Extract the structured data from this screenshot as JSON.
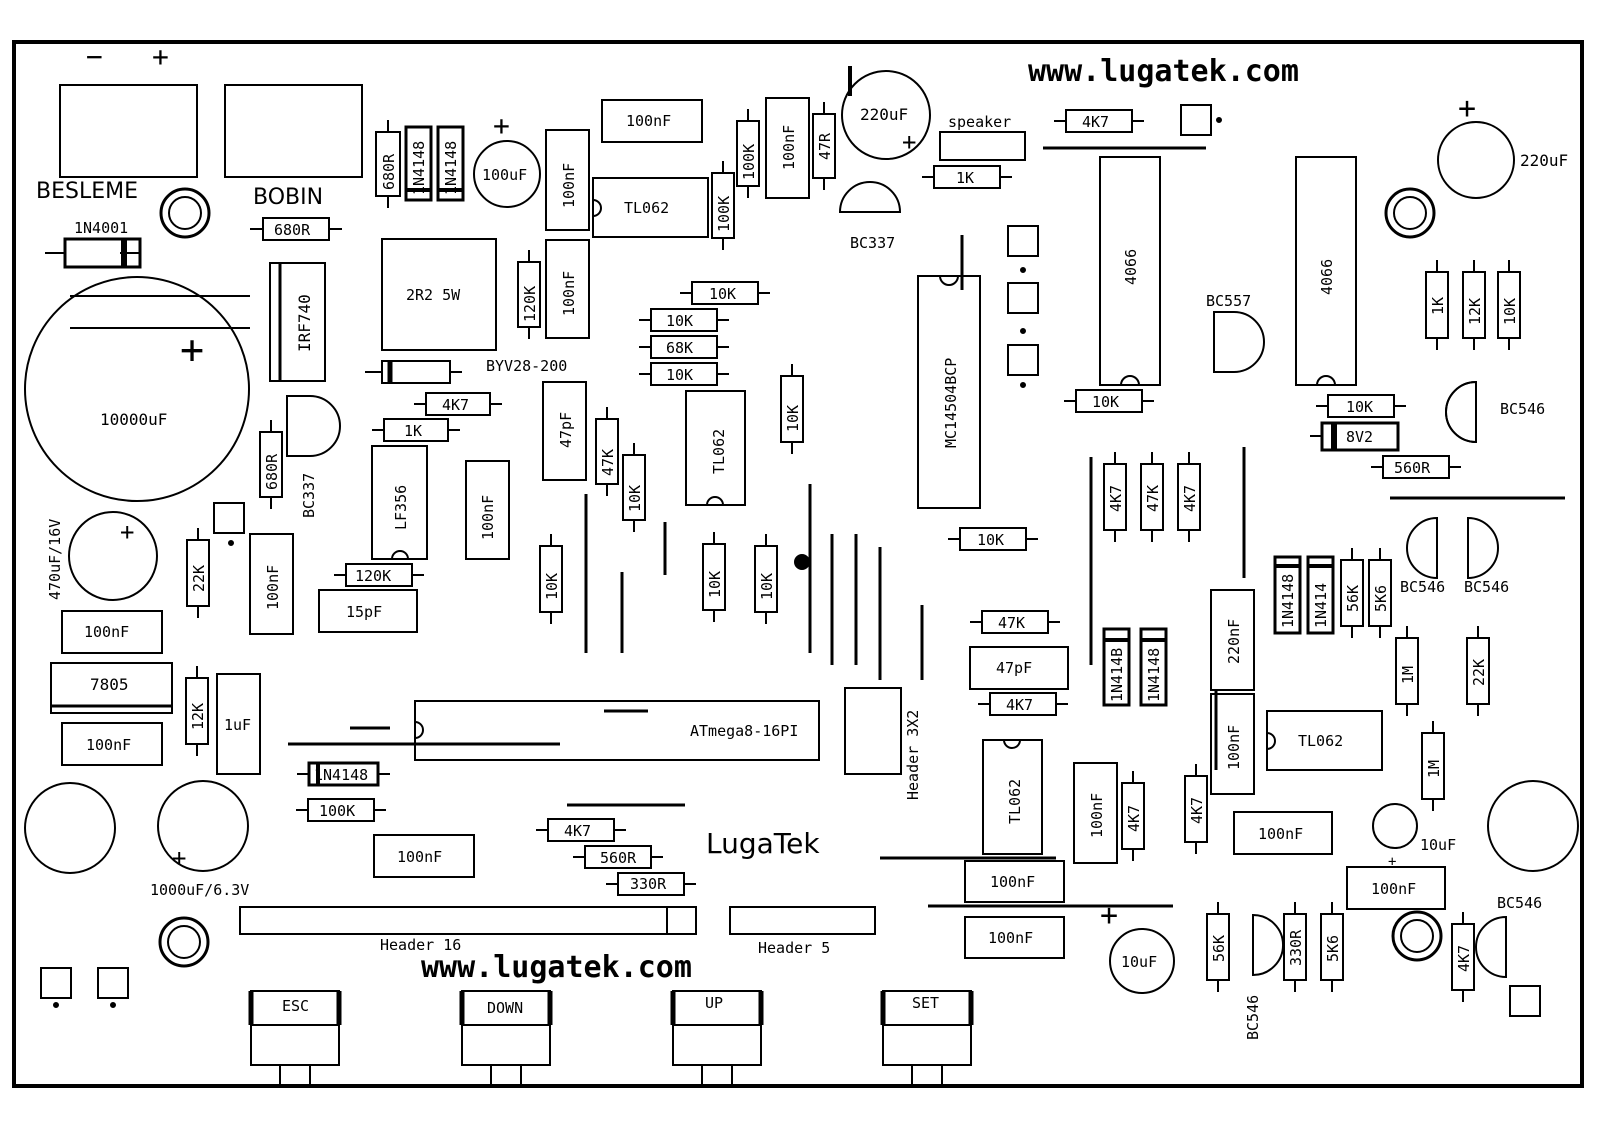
{
  "board": {
    "website_top": "www.lugatek.com",
    "website_bottom": "www.lugatek.com",
    "brand": "LugaTek"
  },
  "connectors": {
    "minus": "−",
    "plus": "+",
    "besleme": "BESLEME",
    "bobin": "BOBIN",
    "header16": "Header 16",
    "header5": "Header 5",
    "header3x2": "Header 3X2",
    "speaker": "speaker"
  },
  "buttons": {
    "esc": "ESC",
    "down": "DOWN",
    "up": "UP",
    "set": "SET"
  },
  "ics": {
    "irf740": "IRF740",
    "r2r2": "2R2 5W",
    "lf356": "LF356",
    "tl062_a": "TL062",
    "tl062_b": "TL062",
    "tl062_c": "TL062",
    "tl062_d": "TL062",
    "mc14504": "MC14504BCP",
    "u4066_a": "4066",
    "u4066_b": "4066",
    "atmega": "ATmega8-16PI",
    "reg7805": "7805"
  },
  "capacitors": {
    "c10000": "10000uF",
    "c470": "470uF/16V",
    "c1000": "1000uF/6.3V",
    "c100u": "100uF",
    "c220_a": "220uF",
    "c220_b": "220uF",
    "c10u_a": "10uF",
    "c10u_b": "10uF",
    "c100n": "100nF",
    "c47p": "47pF",
    "c15p": "15pF",
    "c1u": "1uF",
    "c220n": "220nF",
    "plus": "+"
  },
  "resistors": {
    "r680": "680R",
    "r4k7": "4K7",
    "r1k": "1K",
    "r120k": "120K",
    "r22k": "22K",
    "r12k": "12K",
    "r100k": "100K",
    "r10k": "10K",
    "r68k": "68K",
    "r47k": "47K",
    "r47r": "47R",
    "r560": "560R",
    "r330": "330R",
    "r56k": "56K",
    "r5k6": "5K6",
    "r1m": "1M"
  },
  "diodes": {
    "d1n4001": "1N4001",
    "d1n4148": "1N4148",
    "d1n414b": "1N414B",
    "d1n414": "1N414",
    "byv28": "BYV28-200",
    "z8v2": "8V2"
  },
  "transistors": {
    "bc337": "BC337",
    "bc557": "BC557",
    "bc546": "BC546"
  }
}
